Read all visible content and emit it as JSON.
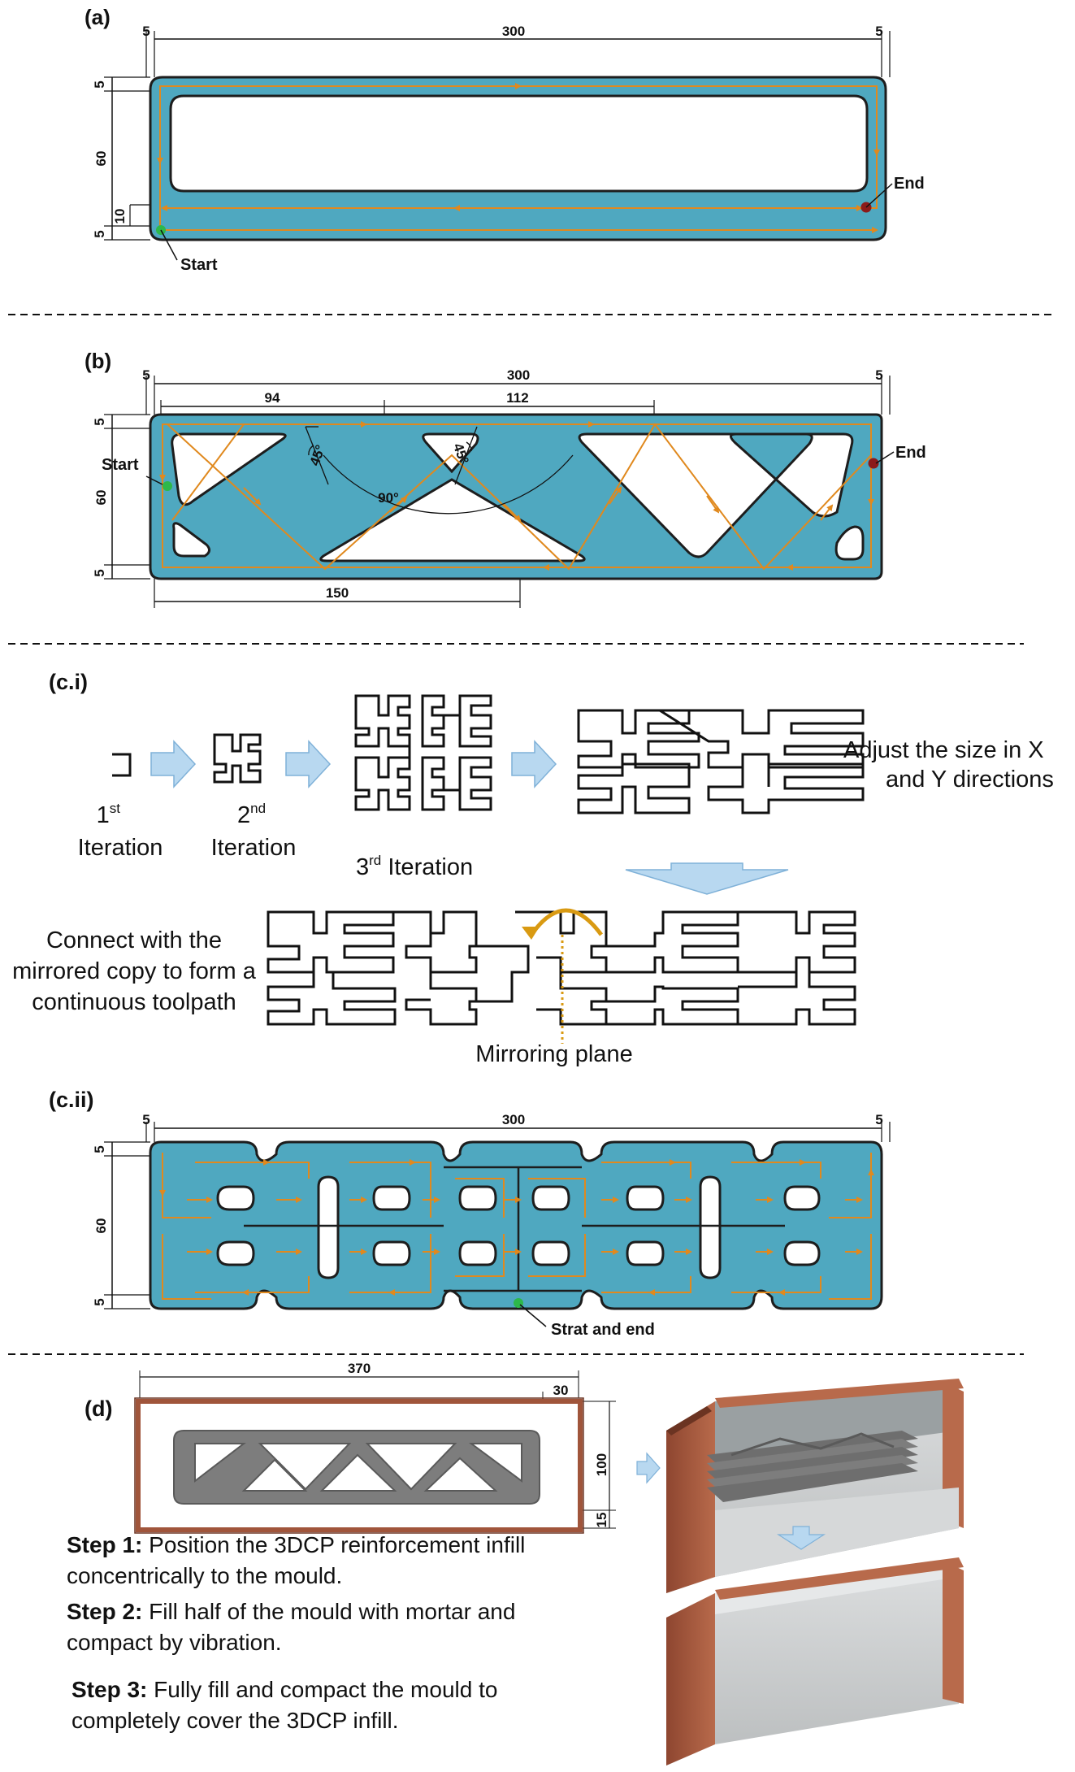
{
  "colors": {
    "panel_fill": "#4fa8c0",
    "panel_stroke": "#1d1d1d",
    "toolpath": "#e0891e",
    "start_dot": "#2db84a",
    "end_dot": "#8c1a1a",
    "arrow_fill": "#b8d8f0",
    "mirror_arc": "#d99a12",
    "brick": "#a0553b",
    "concrete": "#c9cccd",
    "infill_grey": "#7d7d7d"
  },
  "panel_a": {
    "label": "(a)",
    "dims": {
      "left_edge": "5",
      "length": "300",
      "right_edge": "5",
      "top_edge": "5",
      "height": "60",
      "offset": "10",
      "bottom_edge": "5"
    },
    "start": "Start",
    "end": "End"
  },
  "panel_b": {
    "label": "(b)",
    "dims": {
      "left_edge": "5",
      "length": "300",
      "right_edge": "5",
      "seg1": "94",
      "seg2": "112",
      "top_edge": "5",
      "height": "60",
      "bottom_edge": "5",
      "bottom_span": "150"
    },
    "angles": {
      "left": "45°",
      "right": "45°",
      "center": "90°"
    },
    "start": "Start",
    "end": "End"
  },
  "panel_ci": {
    "label": "(c.i)",
    "iter1_sup": "st",
    "iter1_num": "1",
    "iter1_word": "Iteration",
    "iter2_sup": "nd",
    "iter2_num": "2",
    "iter2_word": "Iteration",
    "iter3_num": "3",
    "iter3_sup": "rd",
    "iter3_word": " Iteration",
    "adjust_line1": "Adjust the size in X",
    "adjust_line2": "and Y directions",
    "connect_line1": "Connect with the",
    "connect_line2": "mirrored copy to form a",
    "connect_line3": "continuous toolpath",
    "mirror_label": "Mirroring plane"
  },
  "panel_cii": {
    "label": "(c.ii)",
    "dims": {
      "left_edge": "5",
      "length": "300",
      "right_edge": "5",
      "top_edge": "5",
      "height": "60",
      "bottom_edge": "5"
    },
    "start_end": "Strat and end"
  },
  "panel_d": {
    "label": "(d)",
    "dims": {
      "length": "370",
      "gap": "30",
      "height": "100",
      "bottom_gap": "15"
    },
    "step1_title": "Step 1:",
    "step1_text": " Position the 3DCP reinforcement infill concentrically to the mould.",
    "step2_title": "Step 2:",
    "step2_text": " Fill half of the mould with mortar and compact by vibration.",
    "step3_title": "Step 3:",
    "step3_text": " Fully fill and compact the mould to completely cover the 3DCP infill."
  }
}
